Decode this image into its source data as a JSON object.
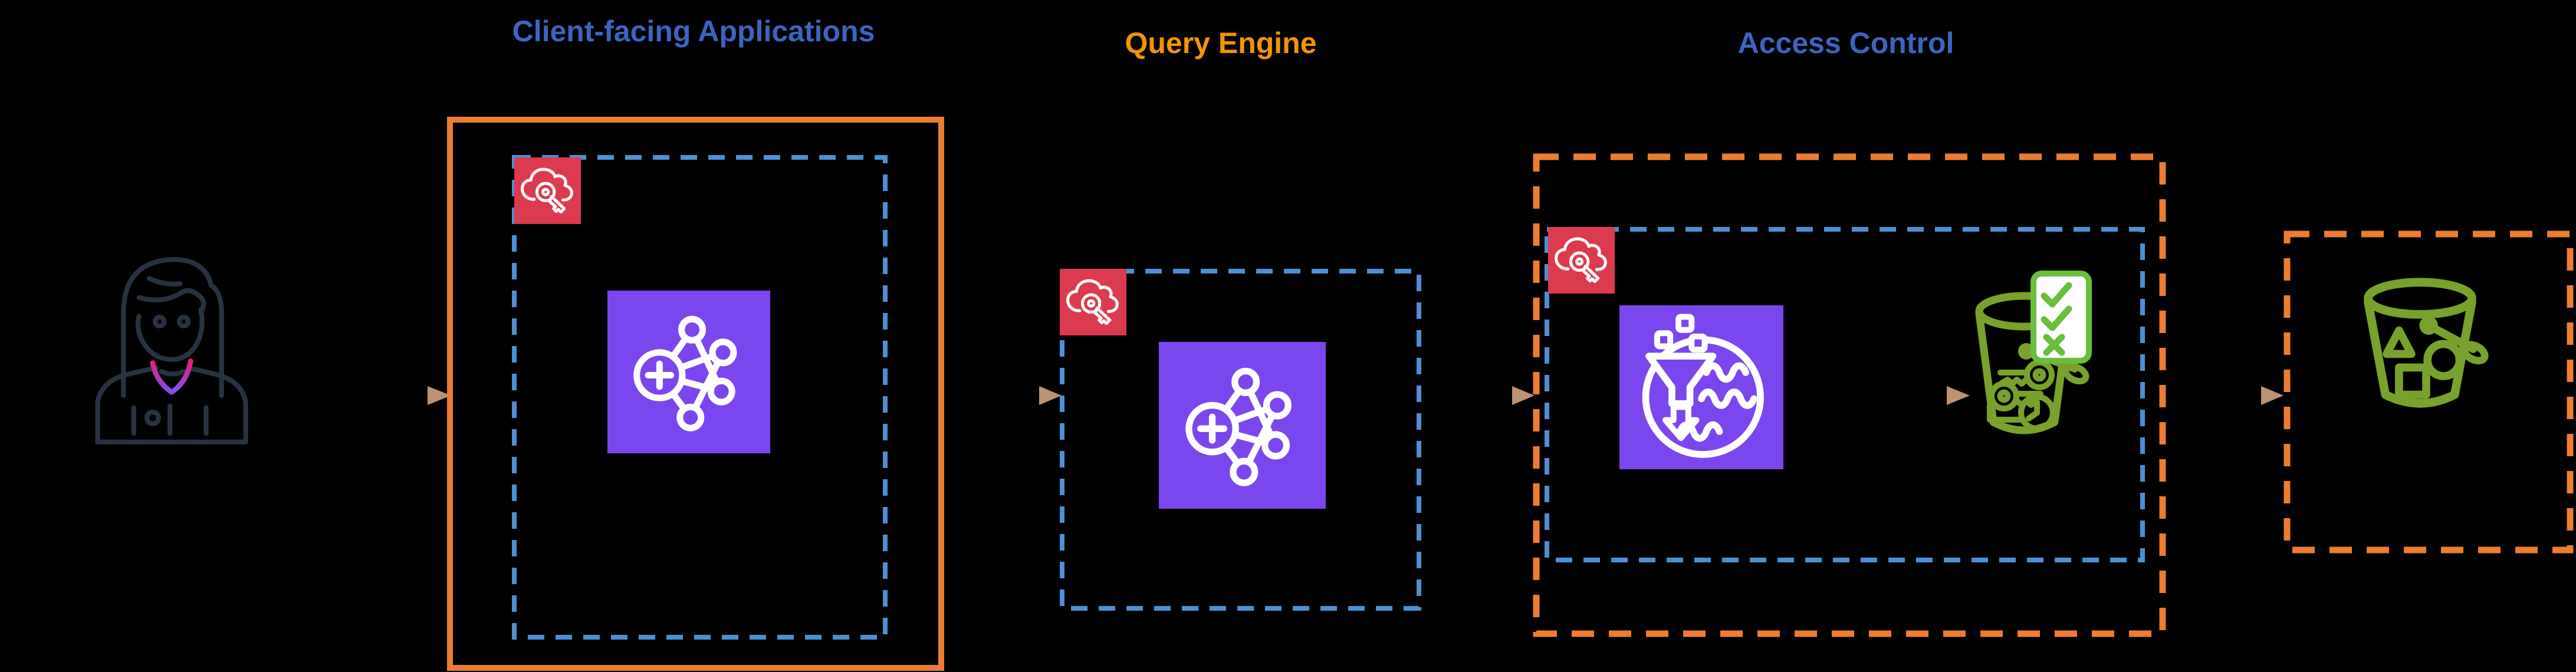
{
  "titles": {
    "client_apps": "Client-facing Applications",
    "query_engine": "Query Engine",
    "access_control": "Access Control"
  },
  "icons": {
    "user": "user-persona",
    "badge": "aws-iam-cloud-key",
    "graph_service": "amazon-neptune",
    "lake_service": "aws-lake-formation",
    "bucket_keys": "s3-bucket-temporary-credentials-checklist",
    "bucket_objects": "amazon-s3-bucket-with-objects"
  },
  "colors": {
    "title_blue": "#3C65C1",
    "title_orange": "#F39501",
    "box_orange": "#ED7D31",
    "dash_blue": "#4F8FD2",
    "aws_red": "#DC3A4E",
    "aws_purple": "#7C46EF",
    "aws_green": "#78A22B",
    "card_green": "#69BE3A",
    "ink": "#273243",
    "arrow_start": "#ED7100",
    "arrow_end": "#BD9272",
    "neck_pink": "#E61E78",
    "neck_violet": "#8050F2"
  }
}
